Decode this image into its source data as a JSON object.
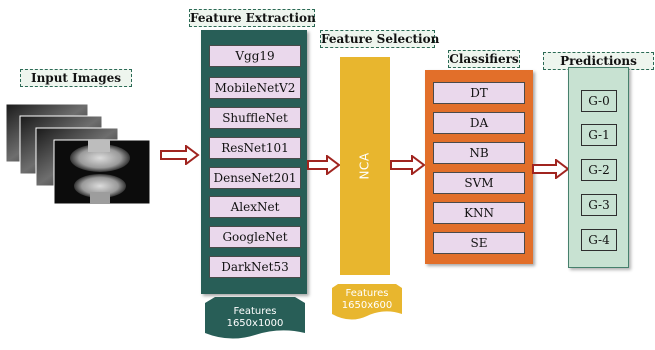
{
  "input": {
    "title": "Input Images"
  },
  "feature_extraction": {
    "title": "Feature Extraction",
    "models": [
      "Vgg19",
      "MobileNetV2",
      "ShuffleNet",
      "ResNet101",
      "DenseNet201",
      "AlexNet",
      "GoogleNet",
      "DarkNet53"
    ],
    "output_label_line1": "Features",
    "output_label_line2": "1650x1000"
  },
  "feature_selection": {
    "title": "Feature Selection",
    "method": "NCA",
    "output_label_line1": "Features",
    "output_label_line2": "1650x600"
  },
  "classifiers": {
    "title": "Classifiers",
    "items": [
      "DT",
      "DA",
      "NB",
      "SVM",
      "KNN",
      "SE"
    ]
  },
  "predictions": {
    "title": "Predictions",
    "items": [
      "G-0",
      "G-1",
      "G-2",
      "G-3",
      "G-4"
    ]
  },
  "colors": {
    "feature_panel": "#285e57",
    "nca": "#e8b62e",
    "classifier_panel": "#e26f2a",
    "prediction_panel": "#c8e2d2",
    "item_fill": "#ead8ec",
    "arrow": "#a0241f"
  }
}
